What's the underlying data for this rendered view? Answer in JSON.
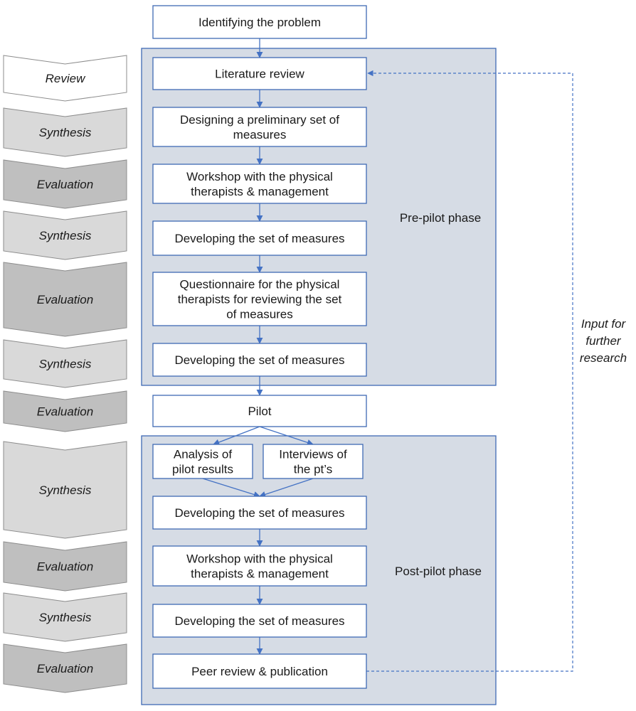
{
  "colors": {
    "box_border": "#3f6ab4",
    "box_fill": "#ffffff",
    "phase_fill": "#d6dce5",
    "arrow": "#4472c4",
    "chevron_review": "#ffffff",
    "chevron_synthesis": "#d9d9d9",
    "chevron_evaluation": "#bfbfbf",
    "chevron_border": "#8c8c8c",
    "text": "#1a1a1a"
  },
  "steps": [
    {
      "id": "identifying",
      "lines": [
        "Identifying the problem"
      ]
    },
    {
      "id": "literature",
      "lines": [
        "Literature review"
      ]
    },
    {
      "id": "designing",
      "lines": [
        "Designing a preliminary set of",
        "measures"
      ]
    },
    {
      "id": "workshop1",
      "lines": [
        "Workshop with the physical",
        "therapists & management"
      ]
    },
    {
      "id": "developing1",
      "lines": [
        "Developing the set of measures"
      ]
    },
    {
      "id": "questionnaire",
      "lines": [
        "Questionnaire for the physical",
        "therapists for reviewing the set",
        "of measures"
      ]
    },
    {
      "id": "developing2",
      "lines": [
        "Developing the set of measures"
      ]
    },
    {
      "id": "pilot",
      "lines": [
        "Pilot"
      ]
    },
    {
      "id": "analysis",
      "lines": [
        "Analysis of",
        "pilot results"
      ]
    },
    {
      "id": "interviews",
      "lines": [
        "Interviews of",
        "the pt’s"
      ]
    },
    {
      "id": "developing3",
      "lines": [
        "Developing the set of measures"
      ]
    },
    {
      "id": "workshop2",
      "lines": [
        "Workshop with the physical",
        "therapists & management"
      ]
    },
    {
      "id": "developing4",
      "lines": [
        "Developing the set of measures"
      ]
    },
    {
      "id": "peer",
      "lines": [
        "Peer review & publication"
      ]
    }
  ],
  "stages": [
    {
      "label": "Review",
      "kind": "review"
    },
    {
      "label": "Synthesis",
      "kind": "synthesis"
    },
    {
      "label": "Evaluation",
      "kind": "evaluation"
    },
    {
      "label": "Synthesis",
      "kind": "synthesis"
    },
    {
      "label": "Evaluation",
      "kind": "evaluation"
    },
    {
      "label": "Synthesis",
      "kind": "synthesis"
    },
    {
      "label": "Evaluation",
      "kind": "evaluation"
    },
    {
      "label": "Synthesis",
      "kind": "synthesis"
    },
    {
      "label": "Evaluation",
      "kind": "evaluation"
    },
    {
      "label": "Synthesis",
      "kind": "synthesis"
    },
    {
      "label": "Evaluation",
      "kind": "evaluation"
    }
  ],
  "phases": {
    "pre": "Pre-pilot phase",
    "post": "Post-pilot phase"
  },
  "feedback": {
    "lines": [
      "Input for",
      "further",
      "research"
    ]
  }
}
